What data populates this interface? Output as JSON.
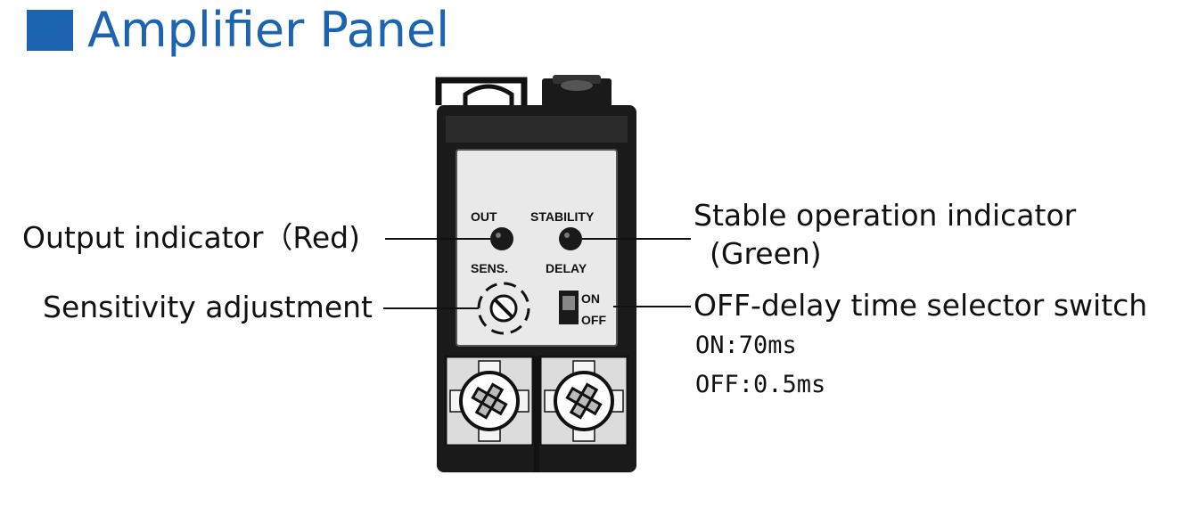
{
  "header": {
    "title": "Amplifier Panel"
  },
  "panel": {
    "out_label": "OUT",
    "stability_label": "STABILITY",
    "sens_label": "SENS.",
    "delay_label": "DELAY",
    "on_label": "ON",
    "off_label": "OFF"
  },
  "callouts": {
    "output_indicator": "Output indicator（Red)",
    "sensitivity_adjustment": "Sensitivity adjustment",
    "stable_indicator_line1": "Stable operation indicator",
    "stable_indicator_line2": "(Green)",
    "off_delay_switch": "OFF-delay time selector switch",
    "on_time": "ON:70ms",
    "off_time": "OFF:0.5ms"
  },
  "colors": {
    "accent": "#1d64b0"
  }
}
